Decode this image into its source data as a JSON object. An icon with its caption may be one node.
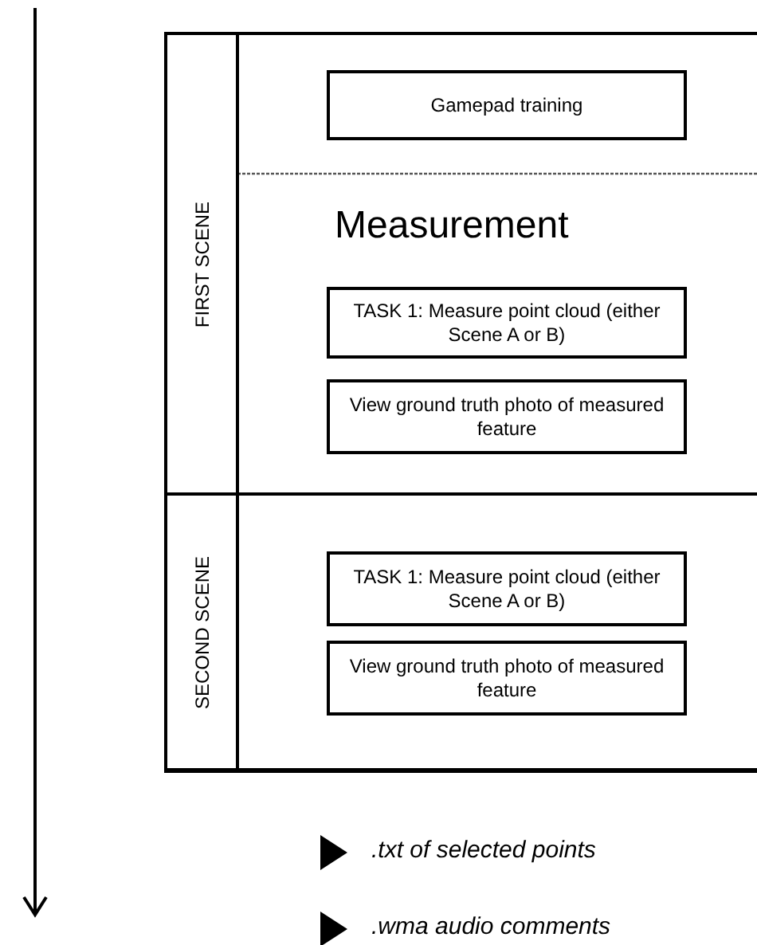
{
  "diagram": {
    "nodes": [
      {
        "text": [
          "FIRST SCENE"
        ]
      },
      {
        "text": [
          "Gamepad training"
        ],
        "in": 0
      },
      {
        "text": [
          "TASK 1: Measure point cloud (either Scene A or B)"
        ],
        "in": 0
      },
      {
        "text": [
          "View ground truth photo of measured feature"
        ],
        "in": 0
      },
      {
        "text": [
          "SECOND SCENE"
        ]
      },
      {
        "text": [
          "TASK 1: Measure point cloud (either Scene A or B)"
        ],
        "in": 4
      },
      {
        "text": [
          "View ground truth photo of measured feature"
        ],
        "in": 4
      }
    ],
    "edges": [],
    "labels": [
      "Measurement",
      ".txt of selected points",
      ".wma audio comments"
    ]
  }
}
